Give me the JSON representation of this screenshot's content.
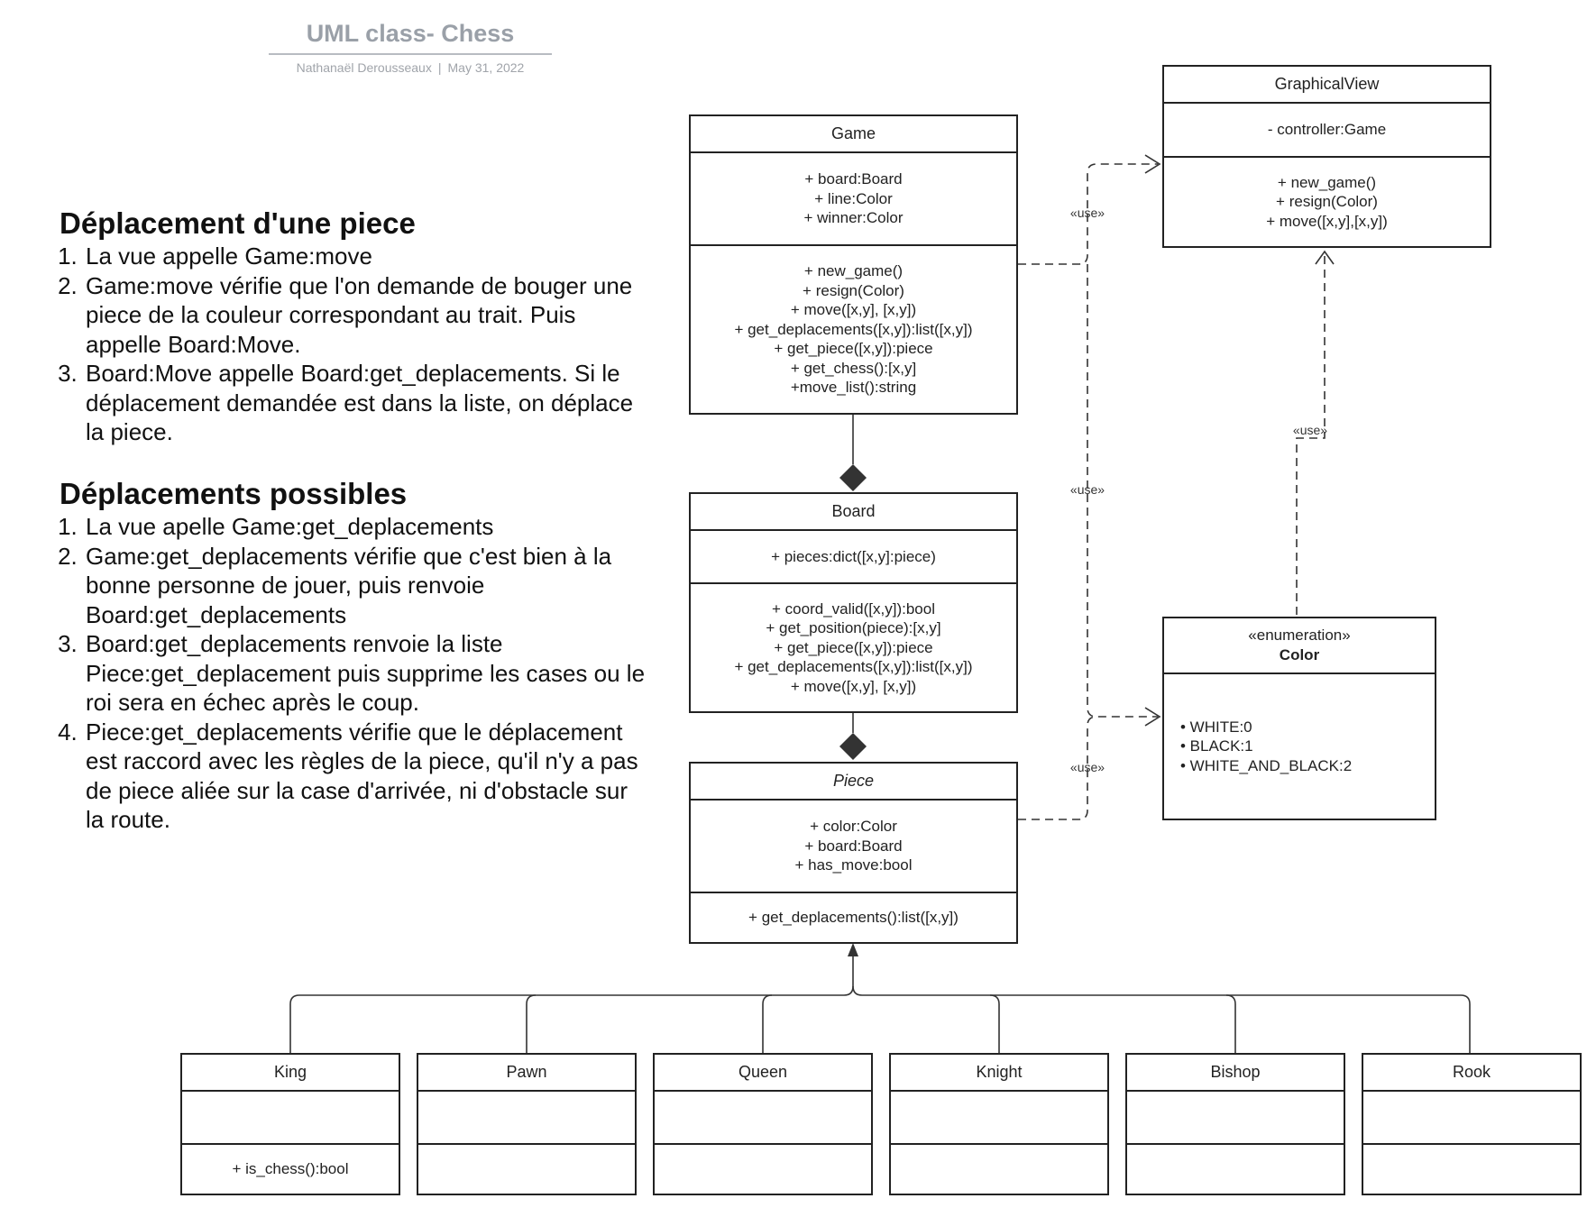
{
  "header": {
    "title": "UML class- Chess",
    "author": "Nathanaël Derousseaux",
    "separator": "|",
    "date": "May 31, 2022"
  },
  "notes": {
    "section1": {
      "title": "Déplacement d'une piece",
      "items": [
        "La vue appelle Game:move",
        "Game:move vérifie que l'on demande de bouger une piece de la couleur correspondant au trait. Puis appelle Board:Move.",
        "Board:Move appelle Board:get_deplacements. Si le déplacement demandée est dans la liste, on déplace la piece."
      ]
    },
    "section2": {
      "title": "Déplacements possibles",
      "items": [
        "La vue apelle Game:get_deplacements",
        "Game:get_deplacements vérifie que c'est bien à la bonne personne de jouer, puis renvoie Board:get_deplacements",
        "Board:get_deplacements renvoie la liste Piece:get_deplacement puis supprime les cases ou le roi sera en échec après le coup.",
        "Piece:get_deplacements vérifie que le déplacement est raccord avec les règles de la piece, qu'il n'y a pas de piece aliée sur la case d'arrivée, ni d'obstacle sur la route."
      ]
    }
  },
  "classes": {
    "game": {
      "name": "Game",
      "attributes": [
        "+ board:Board",
        "+ line:Color",
        "+ winner:Color"
      ],
      "methods": [
        "+ new_game()",
        "+ resign(Color)",
        "+ move([x,y], [x,y])",
        "+ get_deplacements([x,y]):list([x,y])",
        "+ get_piece([x,y]):piece",
        "+ get_chess():[x,y]",
        "+move_list():string"
      ]
    },
    "graphical_view": {
      "name": "GraphicalView",
      "attributes": [
        "- controller:Game"
      ],
      "methods": [
        "+ new_game()",
        "+ resign(Color)",
        "+ move([x,y],[x,y])"
      ]
    },
    "board": {
      "name": "Board",
      "attributes": [
        "+ pieces:dict([x,y]:piece)"
      ],
      "methods": [
        "+ coord_valid([x,y]):bool",
        "+ get_position(piece):[x,y]",
        "+ get_piece([x,y]):piece",
        "+ get_deplacements([x,y]):list([x,y])",
        "+ move([x,y], [x,y])"
      ]
    },
    "piece": {
      "name": "Piece",
      "attributes": [
        "+ color:Color",
        "+ board:Board",
        "+ has_move:bool"
      ],
      "methods": [
        "+ get_deplacements():list([x,y])"
      ]
    },
    "color": {
      "stereotype": "«enumeration»",
      "name": "Color",
      "values": [
        "• WHITE:0",
        "• BLACK:1",
        "• WHITE_AND_BLACK:2"
      ]
    },
    "subclasses": [
      {
        "name": "King",
        "methods": [
          "+ is_chess():bool"
        ]
      },
      {
        "name": "Pawn",
        "methods": []
      },
      {
        "name": "Queen",
        "methods": []
      },
      {
        "name": "Knight",
        "methods": []
      },
      {
        "name": "Bishop",
        "methods": []
      },
      {
        "name": "Rook",
        "methods": []
      }
    ]
  },
  "relations": {
    "use_label": "«use»"
  }
}
